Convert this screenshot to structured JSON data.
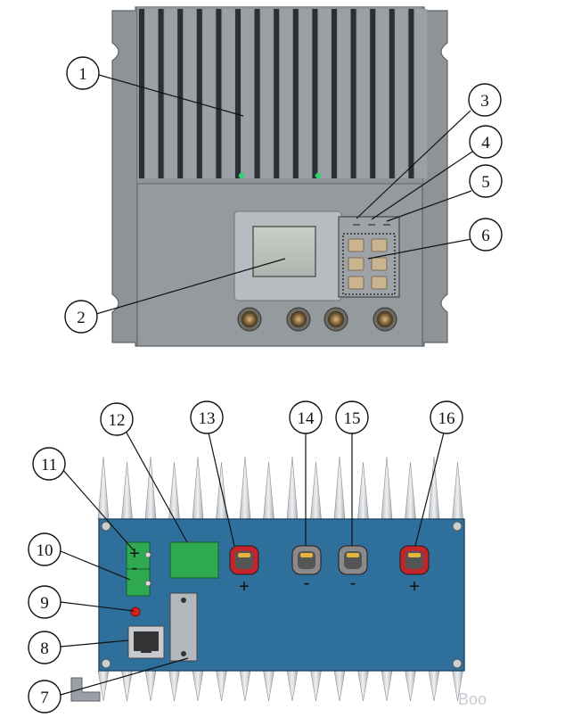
{
  "callouts": [
    {
      "id": "1",
      "label": "1"
    },
    {
      "id": "2",
      "label": "2"
    },
    {
      "id": "3",
      "label": "3"
    },
    {
      "id": "4",
      "label": "4"
    },
    {
      "id": "5",
      "label": "5"
    },
    {
      "id": "6",
      "label": "6"
    },
    {
      "id": "7",
      "label": "7"
    },
    {
      "id": "8",
      "label": "8"
    },
    {
      "id": "9",
      "label": "9"
    },
    {
      "id": "10",
      "label": "10"
    },
    {
      "id": "11",
      "label": "11"
    },
    {
      "id": "12",
      "label": "12"
    },
    {
      "id": "13",
      "label": "13"
    },
    {
      "id": "14",
      "label": "14"
    },
    {
      "id": "15",
      "label": "15"
    },
    {
      "id": "16",
      "label": "16"
    }
  ],
  "terminals": {
    "t13": "+",
    "t14": "-",
    "t15": "-",
    "t16": "+"
  },
  "rs485_connector": {
    "plus": "+",
    "minus": "-"
  },
  "watermark": "Boo",
  "colors": {
    "housing_gray": "#8e9398",
    "panel_blue": "#2e6f9c",
    "terminal_red": "#c0262c",
    "terminal_gray": "#8a8a8a",
    "connector_green": "#2faa52",
    "led_red": "#d42020"
  },
  "icons": [
    "lcd-screen-icon",
    "keypad-icon",
    "rj45-port-icon",
    "terminal-screw-icon",
    "cable-gland-icon",
    "led-indicator-icon"
  ]
}
